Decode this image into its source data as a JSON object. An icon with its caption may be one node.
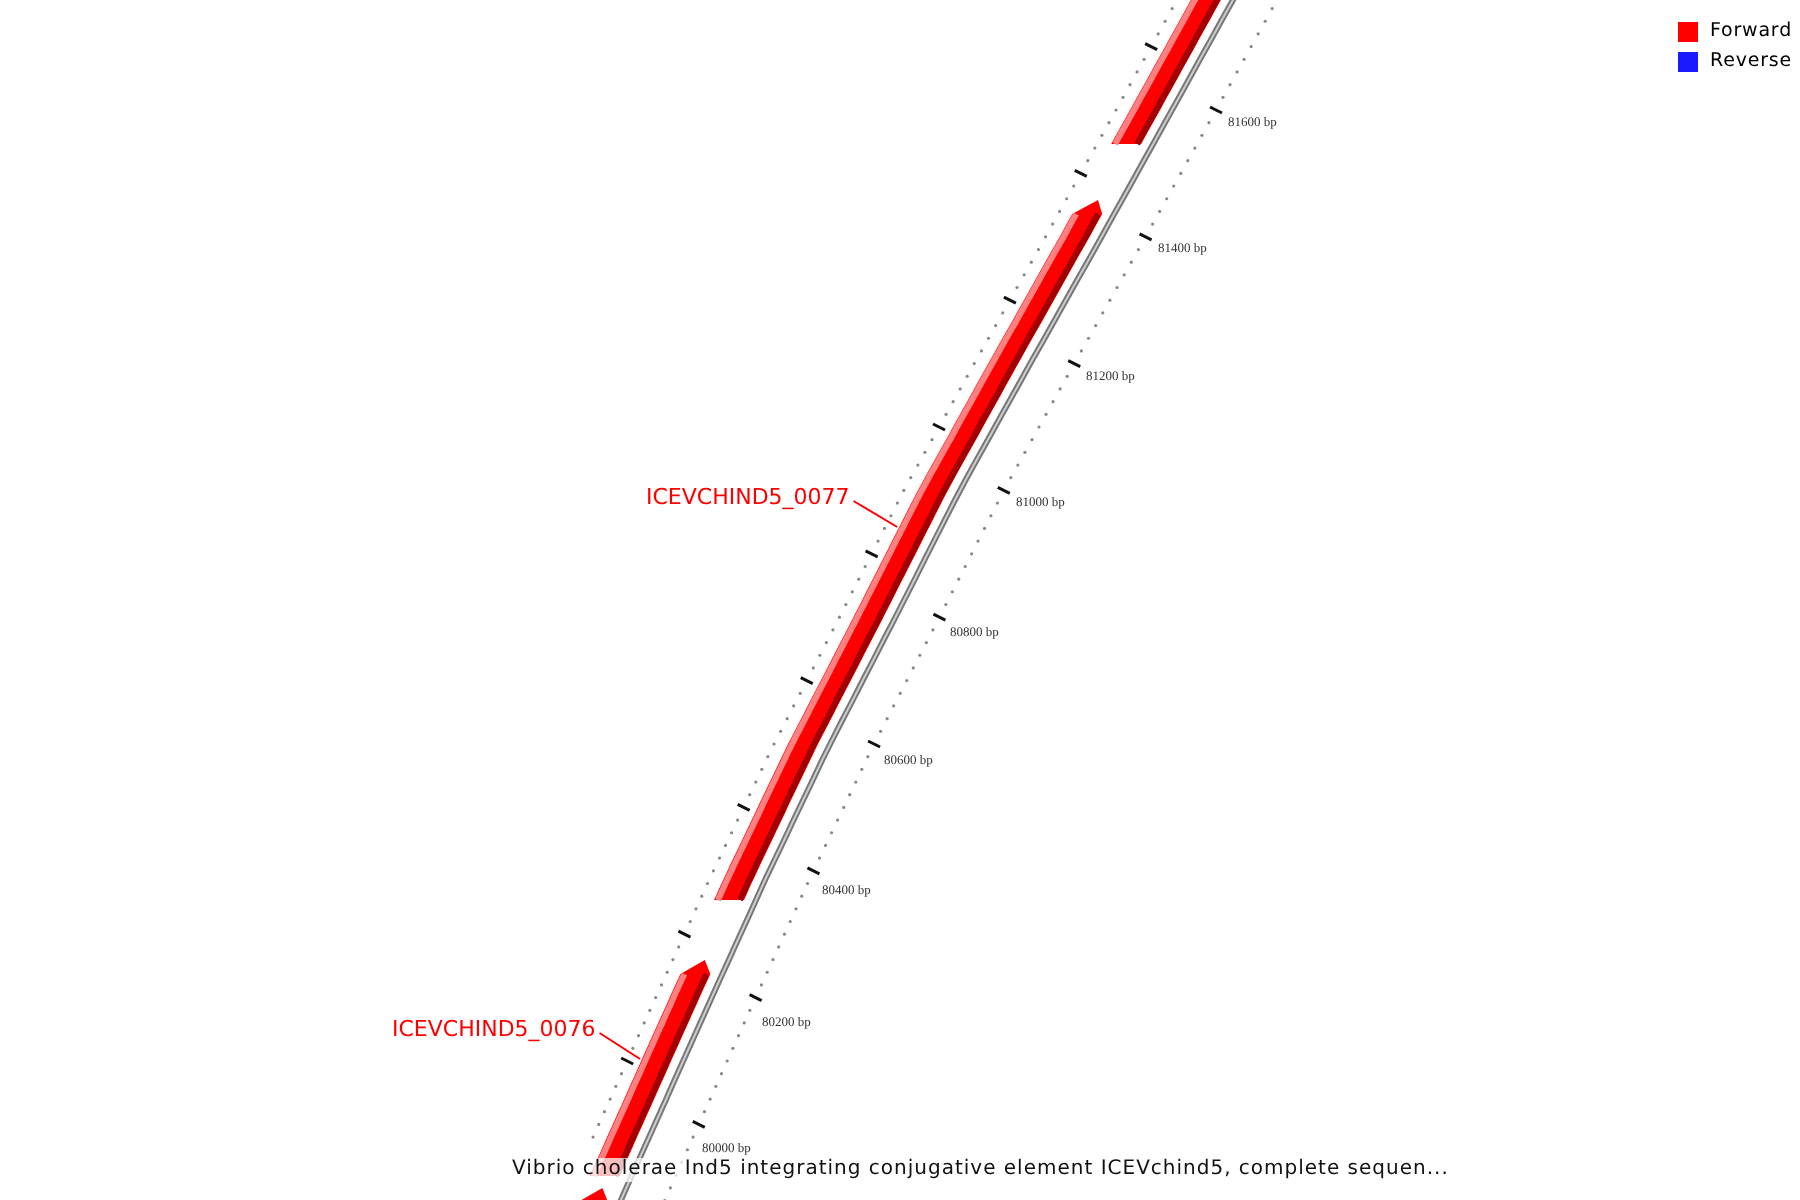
{
  "diagram": {
    "caption": "Vibrio cholerae Ind5 integrating conjugative element ICEVchind5, complete sequen...",
    "nodes": [
      {
        "text": [],
        "shape": "bar"
      },
      {
        "text": [],
        "shape": "bar"
      },
      {
        "text": [
          "ICEVCHIND5_0077"
        ]
      },
      {
        "text": [
          "ICEVCHIND5_0076"
        ]
      },
      {
        "text": [],
        "shape": "bar"
      },
      {
        "text": [],
        "shape": "bar"
      }
    ],
    "edges": [
      {
        "from": 2,
        "to": 1,
        "arrow": "none"
      },
      {
        "from": 3,
        "to": 4,
        "arrow": "none"
      }
    ],
    "labels": [
      "81600 bp",
      "81400 bp",
      "81200 bp",
      "81000 bp",
      "80800 bp",
      "80600 bp",
      "80400 bp",
      "80200 bp",
      "80000 bp"
    ],
    "legend": [
      {
        "text": "Forward",
        "color": "#ff0000"
      },
      {
        "text": "Reverse",
        "color": "#1a1aff"
      }
    ]
  }
}
